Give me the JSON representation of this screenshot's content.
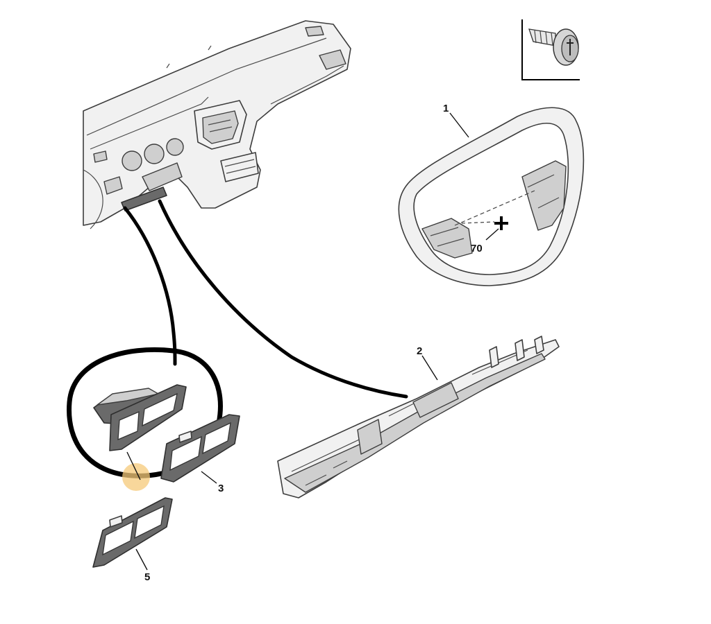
{
  "callouts": {
    "part_1": "1",
    "part_2": "2",
    "part_3": "3",
    "part_5": "5",
    "fastener_70": "70"
  },
  "colors": {
    "background": "#ffffff",
    "line": "#000000",
    "highlight_dot": "#f5c97a"
  },
  "icons": {
    "fastener": "screw-icon",
    "marker": "plus-marker-icon"
  }
}
